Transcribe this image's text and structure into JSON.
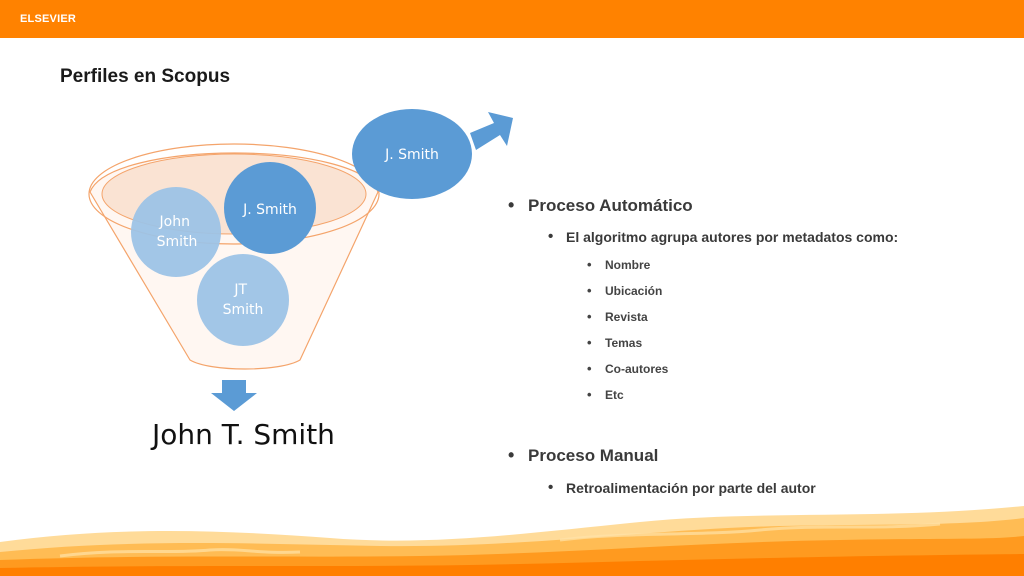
{
  "header": {
    "brand": "ELSEVIER"
  },
  "slide": {
    "title": "Perfiles en Scopus",
    "funnel": {
      "circles": [
        "John Smith",
        "J. Smith",
        "JT Smith"
      ],
      "outside_circle": "J. Smith",
      "result": "John T. Smith"
    },
    "bullets": [
      {
        "text": "Proceso Automático"
      },
      {
        "text": "El algoritmo agrupa autores por metadatos como:"
      },
      {
        "text": "Nombre"
      },
      {
        "text": "Ubicación"
      },
      {
        "text": "Revista"
      },
      {
        "text": "Temas"
      },
      {
        "text": "Co-autores"
      },
      {
        "text": "Etc"
      },
      {
        "text": "Proceso Manual"
      },
      {
        "text": "Retroalimentación por parte del autor"
      }
    ]
  },
  "colors": {
    "header_orange": "#ff8200",
    "circle_dark_blue": "#5b9bd5",
    "circle_light_blue": "#9dc3e6",
    "funnel_outline": "#f4b183"
  }
}
